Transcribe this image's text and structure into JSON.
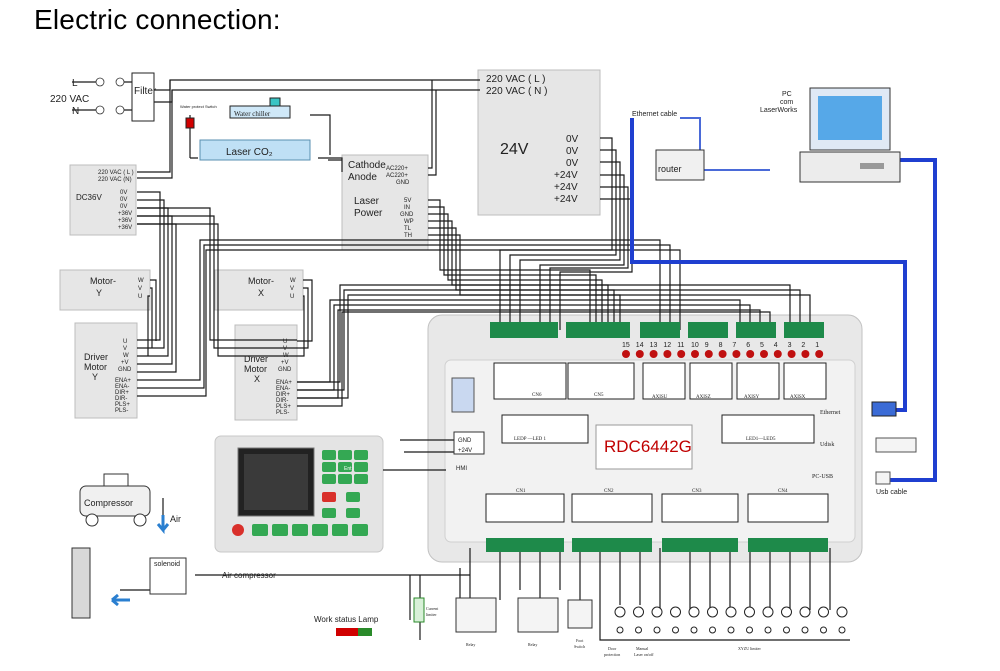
{
  "title": "Electric connection:",
  "mains": {
    "l": "L",
    "n": "N",
    "voltage": "220 VAC",
    "filter": "Filter"
  },
  "psu": {
    "in_l": "220 VAC ( L )",
    "in_n": "220 VAC ( N )",
    "title": "24V",
    "outputs": [
      "0V",
      "0V",
      "0V",
      "+24V",
      "+24V",
      "+24V"
    ]
  },
  "chiller": {
    "switch": "Water protect Switch",
    "name": "Water chiller",
    "tube": "Laser CO₂"
  },
  "laser_power": {
    "cathode": "Cathode",
    "anode": "Anode",
    "ac1": "AC220+",
    "ac2": "AC220+",
    "gnd": "GND",
    "title1": "Laser",
    "title2": "Power",
    "pins": [
      "5V",
      "IN",
      "GND",
      "WP",
      "TL",
      "TH"
    ]
  },
  "dc36v": {
    "ac1": "220 VAC ( L )",
    "ac2": "220 VAC (N)",
    "title": "DC36V",
    "pins": [
      "0V",
      "0V",
      "0V",
      "+36V",
      "+36V",
      "+36V"
    ]
  },
  "motor_y": {
    "title": "Motor-",
    "axis": "Y",
    "pins": [
      "W",
      "V",
      "U"
    ]
  },
  "driver_y": {
    "line1": "Driver",
    "line2": "Motor",
    "line3": "Y",
    "pins": [
      "U",
      "V",
      "W",
      "+V",
      "GND"
    ],
    "signals": [
      "ENA+",
      "ENA-",
      "DIR+",
      "DIR-",
      "PLS+",
      "PLS-"
    ]
  },
  "motor_x": {
    "title": "Motor-",
    "axis": "X",
    "pins": [
      "W",
      "V",
      "U"
    ]
  },
  "driver_x": {
    "line1": "Driver",
    "line2": "Motor",
    "line3": "X",
    "pins": [
      "U",
      "V",
      "W",
      "+V",
      "GND"
    ],
    "signals": [
      "ENA+",
      "ENA-",
      "DIR+",
      "DIR-",
      "PLS+",
      "PLS-"
    ]
  },
  "network": {
    "ethernet_cable": "Ethernet cable",
    "router": "router",
    "pc": "PC",
    "com": "com",
    "software": "LaserWorks",
    "usb_cable": "Usb cable"
  },
  "board": {
    "model": "RDC6442G",
    "hmi": "HMI",
    "ethernet": "Ethernet",
    "udisk": "Udisk",
    "pc_usb": "PC-USB",
    "gnd": "GND",
    "plus24": "+24V",
    "blocks": [
      "CN6",
      "CN5",
      "AXISU",
      "AXISZ",
      "AXISY",
      "AXISX"
    ],
    "led_left": "LEDP —LED 1",
    "led_right": "LED1—LED5",
    "bottom_blocks": [
      "CN1",
      "CN2",
      "CN3",
      "CN4"
    ],
    "led_numbers": [
      "15",
      "14",
      "13",
      "12",
      "11",
      "10",
      "9",
      "8",
      "7",
      "6",
      "5",
      "4",
      "3",
      "2",
      "1"
    ],
    "led_colors": {
      "led": "#c01010",
      "connector": "#1e8a4a"
    }
  },
  "air": {
    "compressor": "Compressor",
    "air": "Air",
    "solenoid": "solenoid",
    "air_compressor": "Air compressor"
  },
  "io": {
    "work_lamp": "Work status Lamp",
    "current": "Current",
    "limiter": "limiter",
    "relay1": "Relay",
    "relay2": "Relay",
    "foot": "Foot",
    "switch": "Switch",
    "door": "Door",
    "protection": "protection",
    "manual": "Manual",
    "laser_on_off": "Laser on/off",
    "xyz_limiter": "XYZU limiter"
  },
  "hmi": {
    "center": "Ent"
  }
}
